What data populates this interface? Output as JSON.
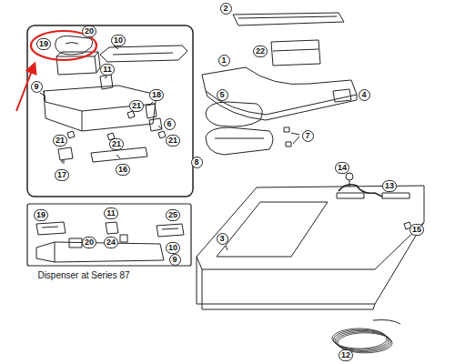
{
  "diagram": {
    "labels": [
      "19",
      "20",
      "10",
      "11",
      "9",
      "21",
      "18",
      "6",
      "21",
      "21",
      "21",
      "16",
      "17",
      "19",
      "11",
      "25",
      "20",
      "24",
      "10",
      "9",
      "Dispenser at Series 87",
      "2",
      "22",
      "1",
      "4",
      "5",
      "7",
      "8",
      "14",
      "13",
      "15",
      "3",
      "12"
    ]
  }
}
